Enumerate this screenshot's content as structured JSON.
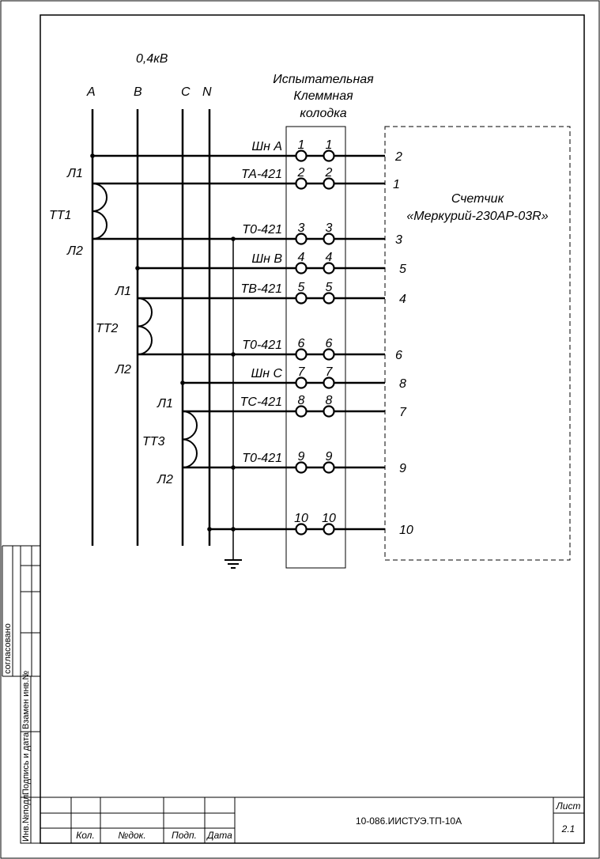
{
  "voltage": "0,4кВ",
  "phases": [
    "A",
    "B",
    "C",
    "N"
  ],
  "terminal_block": {
    "line1": "Испытательная",
    "line2": "Клеммная",
    "line3": "колодка"
  },
  "meter": {
    "line1": "Счетчик",
    "line2": "«Меркурий-230АР-03R»"
  },
  "ct": {
    "tt1": "ТТ1",
    "tt2": "ТТ2",
    "tt3": "ТТ3",
    "l1": "Л1",
    "l2": "Л2"
  },
  "rows": [
    {
      "wire": "Шн А",
      "left": "1",
      "right": "1",
      "meter": "2"
    },
    {
      "wire": "ТА-421",
      "left": "2",
      "right": "2",
      "meter": "1"
    },
    {
      "wire": "Т0-421",
      "left": "3",
      "right": "3",
      "meter": "3"
    },
    {
      "wire": "Шн В",
      "left": "4",
      "right": "4",
      "meter": "5"
    },
    {
      "wire": "ТВ-421",
      "left": "5",
      "right": "5",
      "meter": "4"
    },
    {
      "wire": "Т0-421",
      "left": "6",
      "right": "6",
      "meter": "6"
    },
    {
      "wire": "Шн С",
      "left": "7",
      "right": "7",
      "meter": "8"
    },
    {
      "wire": "ТС-421",
      "left": "8",
      "right": "8",
      "meter": "7"
    },
    {
      "wire": "Т0-421",
      "left": "9",
      "right": "9",
      "meter": "9"
    },
    {
      "wire": "",
      "left": "10",
      "right": "10",
      "meter": "10"
    }
  ],
  "side_stamp": {
    "agreed": "согласовано",
    "inv_replace": "Взамен инв.№",
    "sign_date": "Подпись и дата",
    "inv_orig": "Инв.№подл."
  },
  "title_block": {
    "kol": "Кол.",
    "ndok": "№док.",
    "podp": "Подп.",
    "data": "Дата",
    "code": "10-086.ИИСТУЭ.ТП-10А",
    "sheet_label": "Лист",
    "sheet_num": "2.1"
  }
}
